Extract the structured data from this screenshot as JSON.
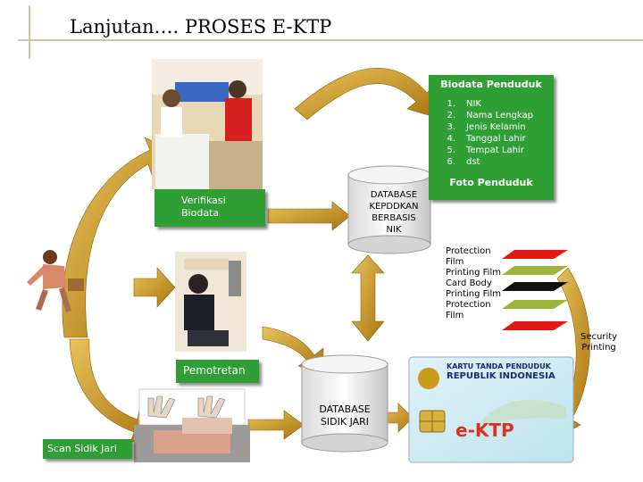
{
  "title": "Lanjutan…. PROSES E-KTP",
  "biodata": {
    "title": "Biodata Penduduk",
    "items": [
      {
        "num": "1.",
        "text": "NIK"
      },
      {
        "num": "2.",
        "text": "Nama Lengkap"
      },
      {
        "num": "3.",
        "text": "Jenis Kelamin"
      },
      {
        "num": "4.",
        "text": "Tanggal Lahir"
      },
      {
        "num": "5.",
        "text": "Tempat Lahir"
      },
      {
        "num": "6.",
        "text": "dst"
      }
    ],
    "photo_label": "Foto Penduduk"
  },
  "verification_label": "Verifikasi\nBiodata",
  "database_nik": "DATABASE\nKEPDDKAN\nBERBASIS\nNIK",
  "pemotretan_label": "Pemotretan",
  "database_fingerprint": "DATABASE\nSIDIK JARI",
  "scan_label": "Scan Sidik Jari",
  "layers_label": "Protection\nFilm\nPrinting Film\nCard Body\nPrinting Film\nProtection\nFilm",
  "security_label": "Security\nPrinting",
  "card": {
    "header1": "KARTU TANDA PENDUDUK",
    "header2": "REPUBLIK INDONESIA",
    "ektp": "e-KTP"
  },
  "colors": {
    "green_box": "#2e9e35",
    "arrow_gold": "#c99a1a",
    "layer_red": "#e01818",
    "layer_olive": "#9cb43a",
    "layer_black": "#111111"
  }
}
